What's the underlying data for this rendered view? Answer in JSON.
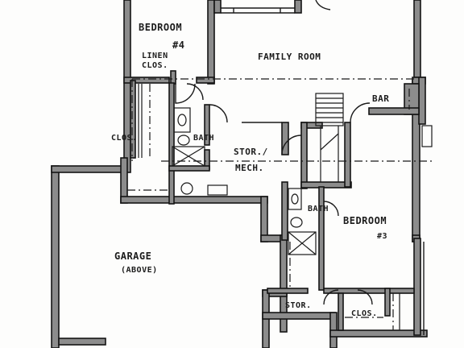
{
  "labels": {
    "bedroom4": "BEDROOM",
    "bedroom4_num": "#4",
    "linen_line1": "LINEN",
    "linen_line2": "CLOS.",
    "family_room": "FAMILY ROOM",
    "bar": "BAR",
    "clos_left": "CLOS.",
    "bath_upper": "BATH",
    "stor_mech_line1": "STOR./",
    "stor_mech_line2": "MECH.",
    "garage": "GARAGE",
    "garage_sub": "(ABOVE)",
    "bath_lower": "BATH",
    "bedroom3": "BEDROOM",
    "bedroom3_num": "#3",
    "stor_lower": "STOR.",
    "clos_lower": "CLOS."
  }
}
